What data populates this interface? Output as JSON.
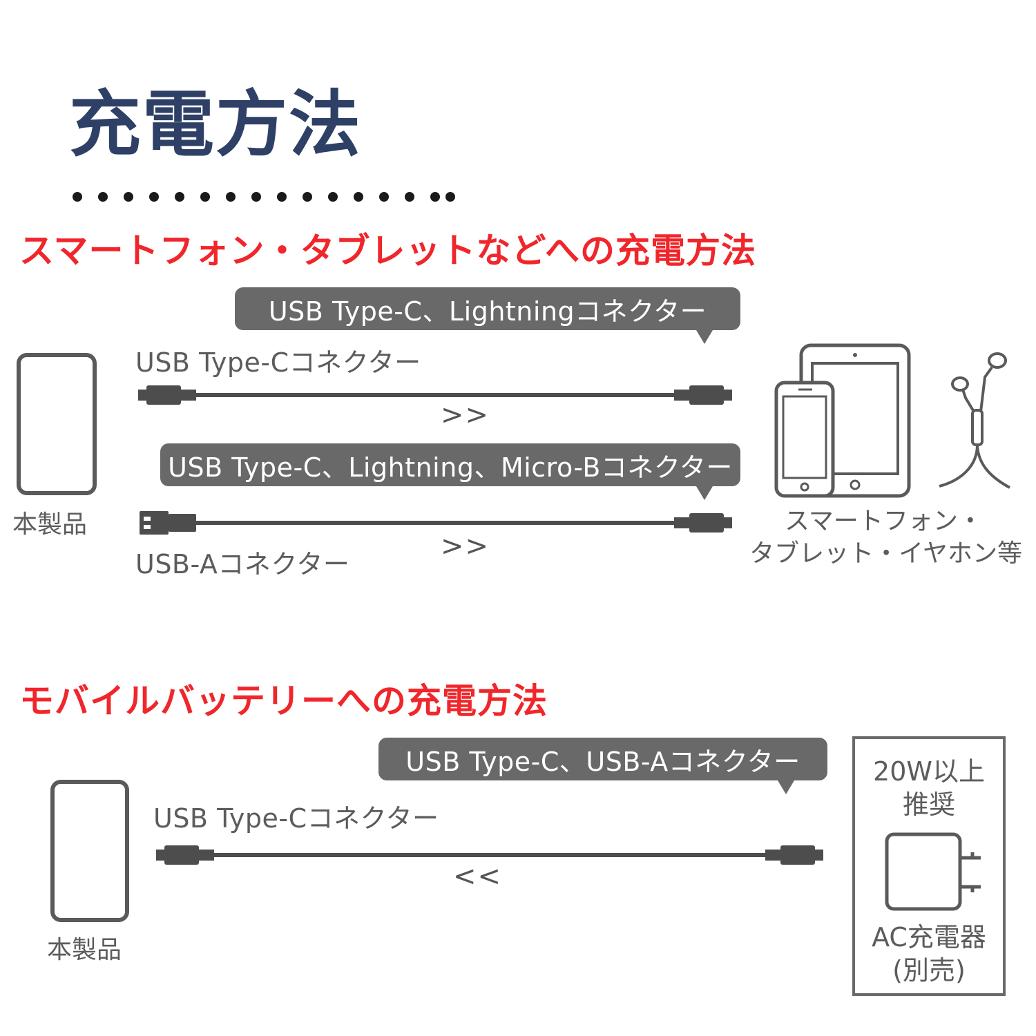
{
  "title": "充電方法",
  "section1": {
    "heading": "スマートフォン・タブレットなどへの充電方法",
    "row1": {
      "bubble": "USB Type-C、Lightningコネクター",
      "source_connector": "USB Type-Cコネクター",
      "direction": ">>"
    },
    "row2": {
      "bubble": "USB Type-C、Lightning、Micro-Bコネクター",
      "source_connector": "USB-Aコネクター",
      "direction": ">>"
    },
    "product_label": "本製品",
    "target_label_line1": "スマートフォン・",
    "target_label_line2": "タブレット・イヤホン等"
  },
  "section2": {
    "heading": "モバイルバッテリーへの充電方法",
    "bubble": "USB Type-C、USB-Aコネクター",
    "source_connector": "USB Type-Cコネクター",
    "direction": "<<",
    "product_label": "本製品",
    "ac_recommend_line1": "20W以上",
    "ac_recommend_line2": "推奨",
    "ac_label_line1": "AC充電器",
    "ac_label_line2": "(別売)"
  },
  "colors": {
    "title": "#2f4066",
    "section_heading": "#f0262b",
    "bubble": "#696969",
    "line_art": "#5a5a5a"
  },
  "icons": [
    "battery-outline-icon",
    "cable-icon",
    "smartphone-icon",
    "tablet-icon",
    "earphones-icon",
    "ac-charger-icon"
  ]
}
